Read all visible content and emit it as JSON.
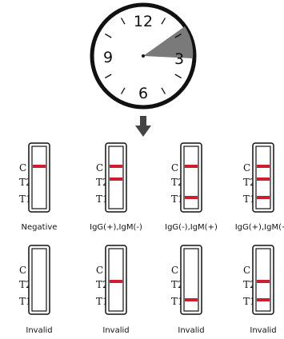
{
  "clock": {
    "numerals": [
      "12",
      "3",
      "6",
      "9"
    ],
    "shaded_sector": "approximately 2:00 to 3:00 (about 15 minutes read time)"
  },
  "arrow": "down-arrow",
  "line_labels": [
    "C",
    "T2",
    "T1"
  ],
  "line_color": "#c8202e",
  "strips": [
    {
      "caption": "Negative",
      "lines": [
        "C"
      ]
    },
    {
      "caption": "IgG(+),IgM(-)",
      "lines": [
        "C",
        "T2"
      ]
    },
    {
      "caption": "IgG(-),IgM(+)",
      "lines": [
        "C",
        "T1"
      ]
    },
    {
      "caption": "IgG(+),IgM(+)",
      "lines": [
        "C",
        "T2",
        "T1"
      ]
    },
    {
      "caption": "Invalid",
      "lines": []
    },
    {
      "caption": "Invalid",
      "lines": [
        "T2"
      ]
    },
    {
      "caption": "Invalid",
      "lines": [
        "T1"
      ]
    },
    {
      "caption": "Invalid",
      "lines": [
        "T2",
        "T1"
      ]
    }
  ]
}
